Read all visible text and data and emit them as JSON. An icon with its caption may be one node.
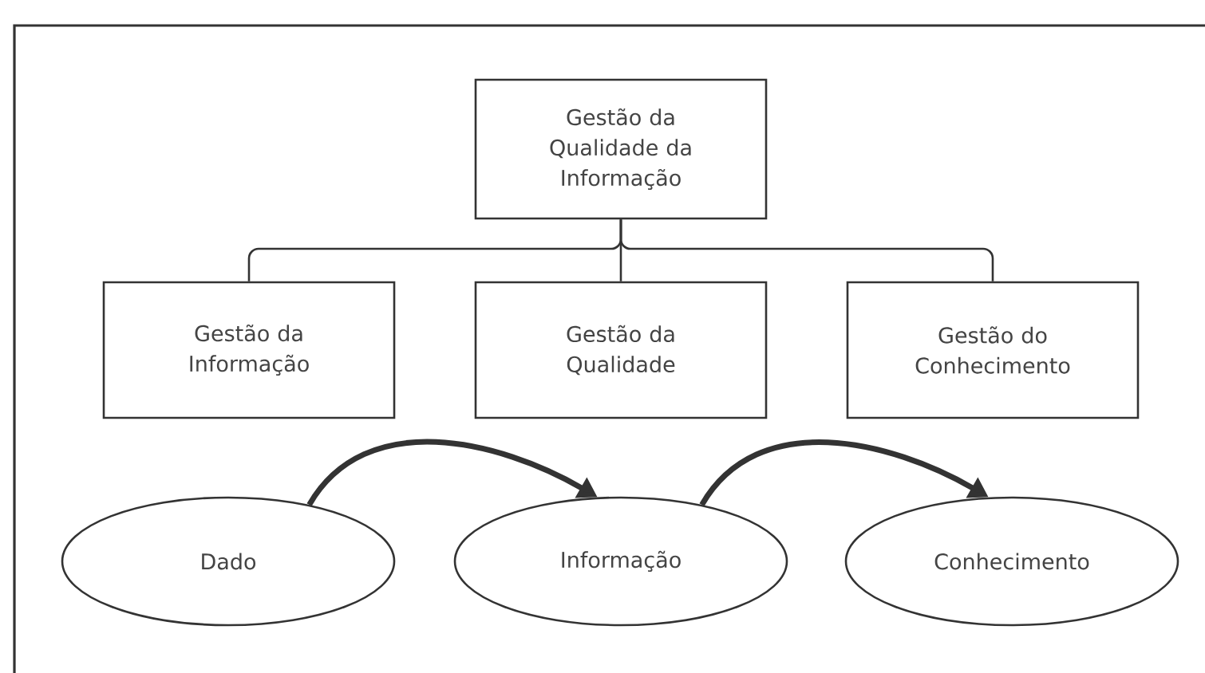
{
  "diagram": {
    "nodes": [
      {
        "text": [
          "Gestão da Qualidade da Informação"
        ]
      },
      {
        "text": [
          "Gestão da Informação"
        ]
      },
      {
        "text": [
          "Gestão da Qualidade"
        ]
      },
      {
        "text": [
          "Gestão do Conhecimento"
        ]
      },
      {
        "text": [
          "Dado"
        ]
      },
      {
        "text": [
          "Informação"
        ]
      },
      {
        "text": [
          "Conhecimento"
        ]
      }
    ],
    "edges": [
      {
        "from": 0,
        "to": 1,
        "arrow": "none"
      },
      {
        "from": 0,
        "to": 2,
        "arrow": "none"
      },
      {
        "from": 0,
        "to": 3,
        "arrow": "none"
      },
      {
        "from": 4,
        "to": 5,
        "arrow": "to",
        "style": "thick"
      },
      {
        "from": 5,
        "to": 6,
        "arrow": "to",
        "style": "thick"
      }
    ]
  }
}
